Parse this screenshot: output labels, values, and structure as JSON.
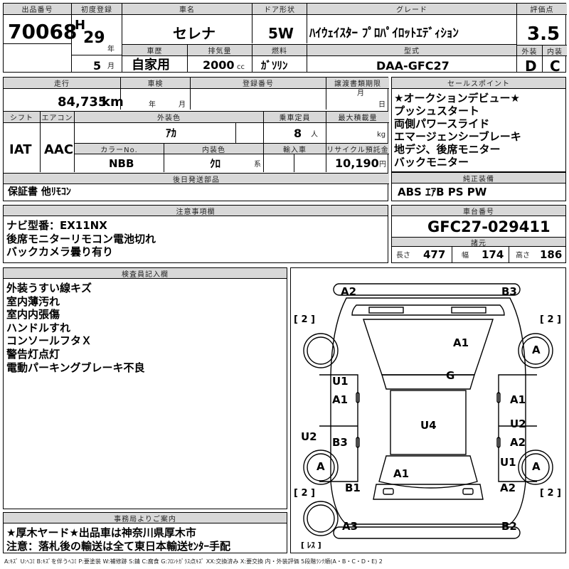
{
  "header": {
    "lot_label": "出品番号",
    "lot_number": "70068",
    "first_reg_label": "初度登録",
    "era_mark": "H",
    "year": "29",
    "year_unit": "年",
    "month": "5",
    "month_unit": "月",
    "car_name_label": "車名",
    "car_name": "セレナ",
    "door_label": "ドア形状",
    "door": "5W",
    "grade_label": "グレード",
    "grade": "ﾊｲｳｪｲｽﾀｰ ﾌﾟﾛﾊﾟｲﾛｯﾄｴﾃﾞｨｼｮﾝ",
    "score_label": "評価点",
    "score": "3.5",
    "history_label": "車歴",
    "history": "自家用",
    "displacement_label": "排気量",
    "displacement": "2000",
    "displacement_unit": "cc",
    "fuel_label": "燃料",
    "fuel": "ｶﾞｿﾘﾝ",
    "model_label": "型式",
    "model": "DAA-GFC27",
    "exterior_label": "外装",
    "exterior": "D",
    "interior_label": "内装",
    "interior": "C"
  },
  "row2": {
    "mileage_label": "走行",
    "mileage": "84,735",
    "mileage_unit": "km",
    "inspection_label": "車検",
    "inspection_year_unit": "年",
    "inspection_month_unit": "月",
    "reg_no_label": "登録番号",
    "transfer_label": "譲渡書類期限",
    "transfer_month_unit": "月",
    "transfer_day_unit": "日",
    "shift_label": "シフト",
    "shift": "IAT",
    "ac_label": "エアコン",
    "ac": "AAC",
    "color_label": "外装色",
    "color": "ｱｶ",
    "seats_label": "乗車定員",
    "seats": "8",
    "seats_unit": "人",
    "load_label": "最大積載量",
    "load_unit": "kg",
    "color_no_label": "カラーNo.",
    "color_no": "NBB",
    "int_color_label": "内装色",
    "int_color": "ｸﾛ",
    "int_color_unit": "系",
    "import_label": "輸入車",
    "recycle_label": "リサイクル預託金",
    "recycle": "10,190",
    "recycle_unit": "円",
    "later_parts_label": "後日発送部品",
    "later_parts": "保証書 他ﾘﾓｺﾝ"
  },
  "sales": {
    "label": "セールスポイント",
    "items": [
      "★オークションデビュー★",
      "プッシュスタート",
      "両側パワースライド",
      "エマージェンシーブレーキ",
      "地デジ、後席モニター",
      "バックモニター"
    ]
  },
  "equipment": {
    "label": "純正装備",
    "value": "ABS ｴｱB PS PW"
  },
  "notes": {
    "label": "注意事項欄",
    "items": [
      "ナビ型番：EX11NX",
      "後席モニターリモコン電池切れ",
      "バックカメラ曇り有り"
    ]
  },
  "chassis": {
    "label": "車台番号",
    "number": "GFC27-029411",
    "spec_label": "諸元",
    "length_label": "長さ",
    "length": "477",
    "width_label": "幅",
    "width": "174",
    "height_label": "高さ",
    "height": "186"
  },
  "inspector": {
    "label": "検査員記入欄",
    "items": [
      "外装うすい線キズ",
      "室内薄汚れ",
      "室内内張傷",
      "ハンドルすれ",
      "コンソールフタＸ",
      "警告灯点灯",
      "電動パーキングブレーキ不良"
    ]
  },
  "office": {
    "label": "事務局よりご案内",
    "items": [
      "★厚木ヤード★出品車は神奈川県厚木市",
      "注意：落札後の輸送は全て東日本輸送ｾﾝﾀｰ手配"
    ]
  },
  "diagram": {
    "marks": [
      "A2",
      "B3",
      "A1",
      "A",
      "G",
      "U1",
      "A1",
      "A1",
      "U2",
      "U4",
      "U2",
      "B3",
      "A2",
      "A",
      "U1",
      "A1",
      "A",
      "B1",
      "A2",
      "A3",
      "B2"
    ],
    "tires": [
      "[ 2 ]",
      "[ 2 ]",
      "[ 2 ]",
      "[ 2 ]",
      "[ ﾚｽ ]"
    ]
  },
  "legend": "A:ｷｽﾞ U:ﾍｺﾐ B:ｷｽﾞを伴うﾍｺﾐ P:要塗装 W:補修跡 S:錆 C:腐食 G:ﾌﾛﾝﾄｶﾞﾗｽ点ｷｽﾞ XX:交換済み X:要交換 内・外装評価 5段階ﾗﾝｸ順(A・B・C・D・E) 2"
}
